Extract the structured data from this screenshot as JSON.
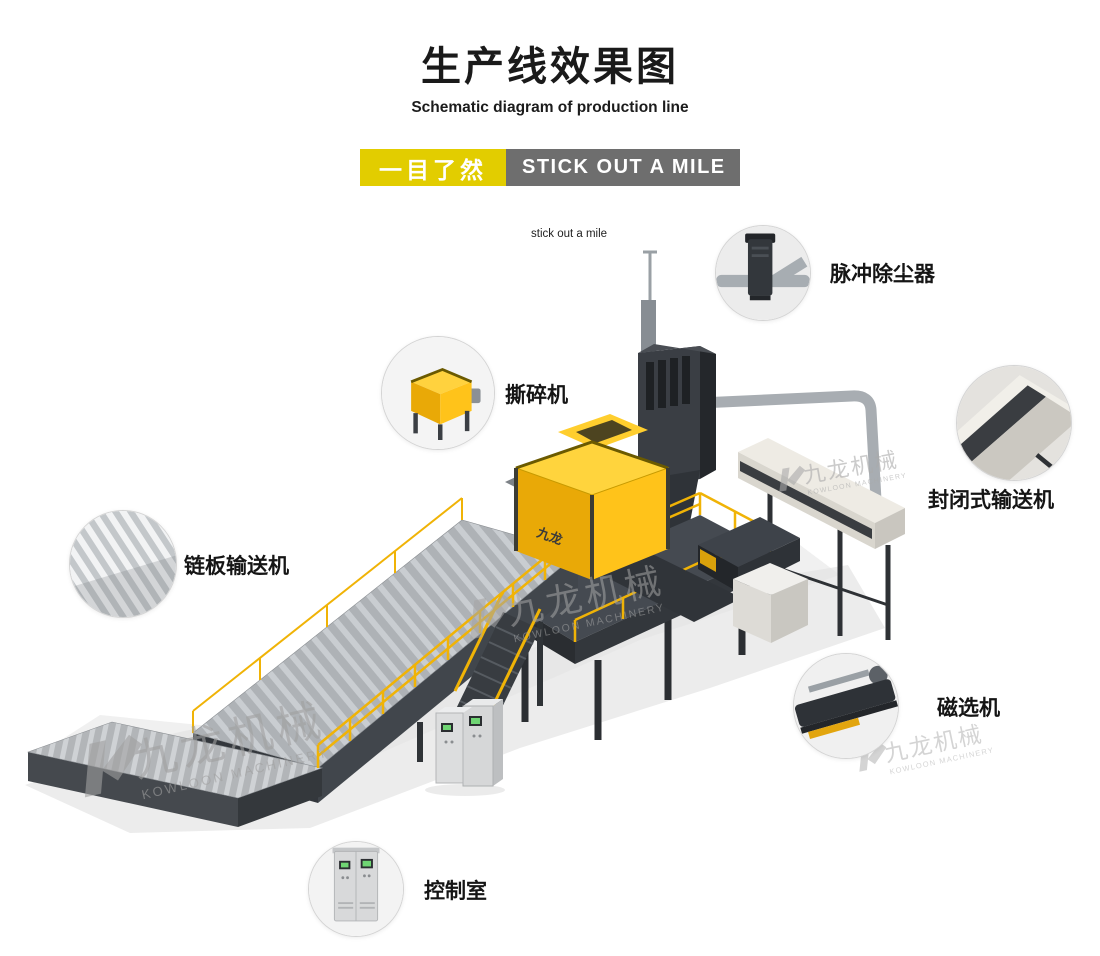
{
  "header": {
    "title": "生产线效果图",
    "subtitle": "Schematic diagram of production line",
    "badge_cn": "一目了然",
    "badge_en": "STICK OUT A MILE",
    "caption": "stick out a mile"
  },
  "callouts": [
    {
      "name": "pulse-dust-collector",
      "label": "脉冲除尘器"
    },
    {
      "name": "shredder",
      "label": "撕碎机"
    },
    {
      "name": "enclosed-conveyor",
      "label": "封闭式输送机"
    },
    {
      "name": "chain-plate-conveyor",
      "label": "链板输送机"
    },
    {
      "name": "magnetic-separator",
      "label": "磁选机"
    },
    {
      "name": "control-room",
      "label": "控制室"
    }
  ],
  "watermark": {
    "cn": "九龙机械",
    "en": "KOWLOON MACHINERY"
  },
  "machine_label": "九龙",
  "colors": {
    "badge_yellow": "#e2cd00",
    "badge_gray": "#6e6e6e",
    "machine_yellow": "#f5b800",
    "machine_dark": "#35393f",
    "railing_yellow": "#f0b306"
  }
}
